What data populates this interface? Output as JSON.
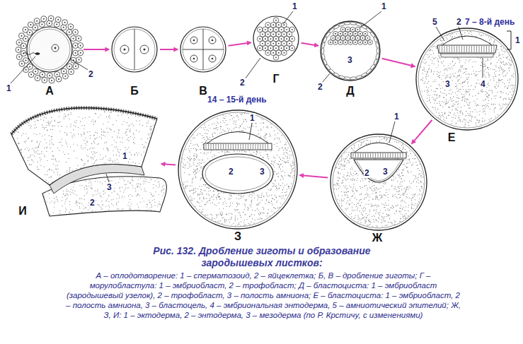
{
  "diagram": {
    "title": "Рис. 132. Дробление зиготы и образование зародышевых листков:",
    "caption": "А – оплодотворение: 1 – сперматозоид, 2 – яйцеклетка; Б, В – дробление зиготы; Г – морулобластула: 1 – эмбриобласт, 2 – трофобласт; Д – бластоциста: 1 – эмбриобласт (зародышевый узелок), 2 – трофобласт, 3 – полость амниона; Е – бластоциста: 1 – эмбриобласт, 2 – полость амниона, 3 – бластоцель, 4 – эмбриональная энтодерма, 5 – амниотический эпителий; Ж, З, И: 1 – эктодерма, 2 – энтодерма, 3 – мезодерма (по Р. Крстичу, с изменениями)",
    "nodes": [
      {
        "text": [
          "А"
        ]
      },
      {
        "text": [
          "Б"
        ]
      },
      {
        "text": [
          "В"
        ]
      },
      {
        "text": [
          "Г"
        ]
      },
      {
        "text": [
          "Д"
        ]
      },
      {
        "text": [
          "Е"
        ]
      },
      {
        "text": [
          "Ж"
        ]
      },
      {
        "text": [
          "З"
        ]
      },
      {
        "text": [
          "И"
        ]
      }
    ],
    "edges": [
      {
        "from": 0,
        "to": 1,
        "arrow": "to"
      },
      {
        "from": 1,
        "to": 2,
        "arrow": "to"
      },
      {
        "from": 2,
        "to": 3,
        "arrow": "to"
      },
      {
        "from": 3,
        "to": 4,
        "arrow": "to"
      },
      {
        "from": 4,
        "to": 5,
        "arrow": "to"
      },
      {
        "from": 5,
        "to": 6,
        "arrow": "to"
      },
      {
        "from": 6,
        "to": 7,
        "arrow": "to"
      },
      {
        "from": 7,
        "to": 8,
        "arrow": "to"
      }
    ],
    "labels": [
      "1",
      "2",
      "1",
      "2",
      "1",
      "3",
      "2",
      "7 – 8-й день",
      "5",
      "2",
      "1",
      "3",
      "4",
      "1",
      "2",
      "3",
      "14 – 15-й день",
      "1",
      "2",
      "3",
      "1",
      "3",
      "2"
    ]
  }
}
